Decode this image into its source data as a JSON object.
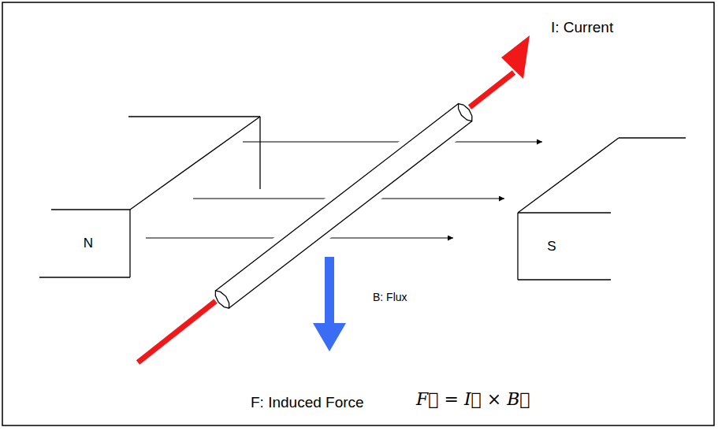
{
  "diagram": {
    "nodes": [
      {
        "text": [
          "N"
        ]
      },
      {
        "text": [
          "S"
        ]
      }
    ],
    "labels": [
      "I: Current",
      "B: Flux",
      "F: Induced Force",
      "F⃗ = I⃗ × B⃗"
    ]
  }
}
